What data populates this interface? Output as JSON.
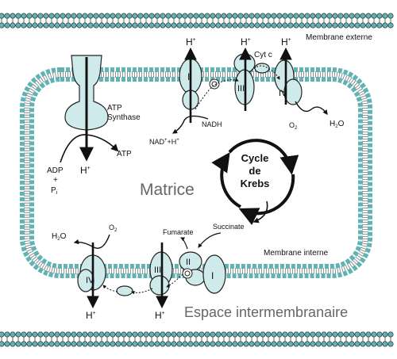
{
  "labels": {
    "membrane_outer": "Membrane externe",
    "membrane_inner": "Membrane interne",
    "matrix": "Matrice",
    "intermembrane_space": "Espace intermembranaire",
    "cycle_line1": "Cycle",
    "cycle_line2": "de",
    "cycle_line3": "Krebs",
    "atp_synthase_line1": "ATP",
    "atp_synthase_line2": "Synthase",
    "atp": "ATP",
    "adp": "ADP",
    "plus": "+",
    "pi_p": "P",
    "pi_i": "i",
    "h": "H",
    "h_sup": "+",
    "cyt_c": "Cyt c",
    "nadh": "NADH",
    "nad_main": "NAD",
    "nad_sup": "+",
    "nad_tail": "+H",
    "o2_main": "O",
    "o2_sub": "2",
    "h2o_main": "H",
    "h2o_sub": "2",
    "h2o_tail": "O",
    "fumarate": "Fumarate",
    "succinate": "Succinate",
    "complex_1": "I",
    "complex_2": "II",
    "complex_3": "III",
    "complex_4": "IV"
  },
  "colors": {
    "protein_fill": "#cfeaea",
    "bead_fill": "#5fb3b3",
    "outline": "#222222"
  }
}
